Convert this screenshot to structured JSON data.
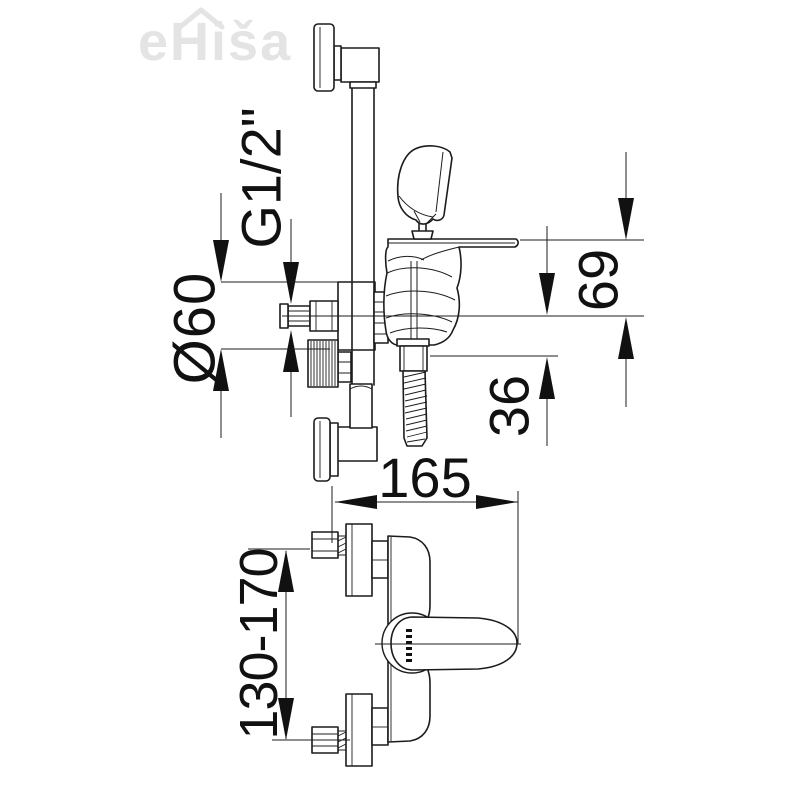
{
  "meta": {
    "subject": "technical dimension drawing of wall-mounted single-lever shower mixer with rail and hand shower (side view and top view)",
    "colors": {
      "line": "#1c1c1c",
      "background": "#ffffff",
      "watermark": "#e4e4e4"
    }
  },
  "watermark": {
    "text": "eHiša"
  },
  "dims": {
    "thread": {
      "label": "G1/2\"",
      "meaning": "inlet connection thread"
    },
    "flange": {
      "label": "Ø60",
      "meaning": "wall escutcheon diameter"
    },
    "upper_height": {
      "label": "69",
      "meaning": "height from body axis to top of lever"
    },
    "hose_offset": {
      "label": "36",
      "meaning": "distance from body axis to hose outlet"
    },
    "projection": {
      "label": "165",
      "meaning": "projection from wall to handle tip"
    },
    "inlet_spacing": {
      "label": "130-170",
      "meaning": "adjustable inlet centre distance"
    }
  }
}
